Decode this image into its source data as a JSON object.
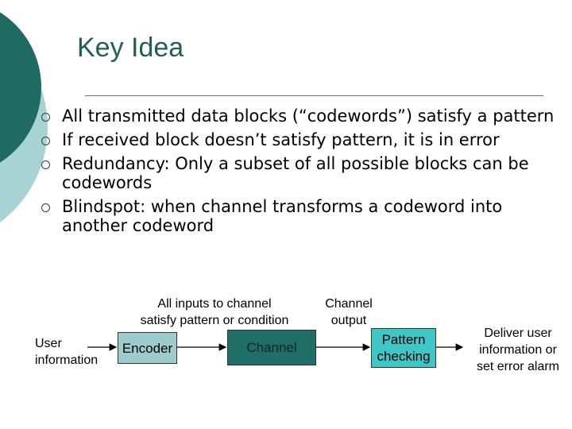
{
  "slide": {
    "title": "Key Idea",
    "bullets": [
      "All transmitted data blocks (“codewords”) satisfy a pattern",
      "If received block doesn’t satisfy pattern, it is in error",
      "Redundancy:  Only a subset of all possible blocks can be codewords",
      "Blindspot:  when channel transforms a codeword into another codeword"
    ]
  },
  "diagram": {
    "input_label": [
      "User",
      "information"
    ],
    "encoder": "Encoder",
    "channel": "Channel",
    "pattern_check": [
      "Pattern",
      "checking"
    ],
    "output_label": [
      "Deliver user",
      "information or",
      "set error alarm"
    ],
    "annotation_inputs": [
      "All inputs to channel",
      "satisfy pattern or condition"
    ],
    "annotation_output": [
      "Channel",
      "output"
    ]
  },
  "colors": {
    "accent_dark": "#1f6a63",
    "accent_light": "#9ccfcf",
    "encoder_fill": "#9dcccc",
    "channel_fill": "#1f6f68",
    "pattern_fill": "#3fc7c7"
  }
}
